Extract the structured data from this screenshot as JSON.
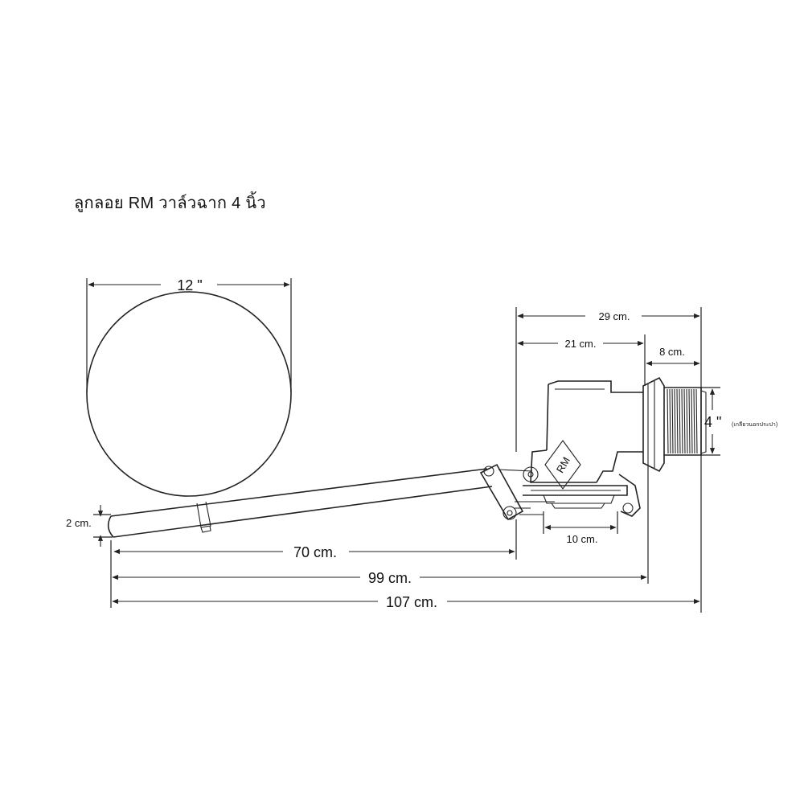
{
  "title": "ลูกลอย RM วาล์วฉาก  4 นิ้ว",
  "brand_mark": "RM",
  "dimensions": {
    "ball_diameter": "12 \"",
    "body_length": "29 cm.",
    "body_to_flange": "21 cm.",
    "thread_length": "8 cm.",
    "thread_size": "4 \"",
    "thread_note": "(เกลียวนอกประปา)",
    "rod_diameter": "2 cm.",
    "bracket_length": "10 cm.",
    "rod_length": "70 cm.",
    "length_to_flange": "99 cm.",
    "overall_length": "107 cm."
  }
}
